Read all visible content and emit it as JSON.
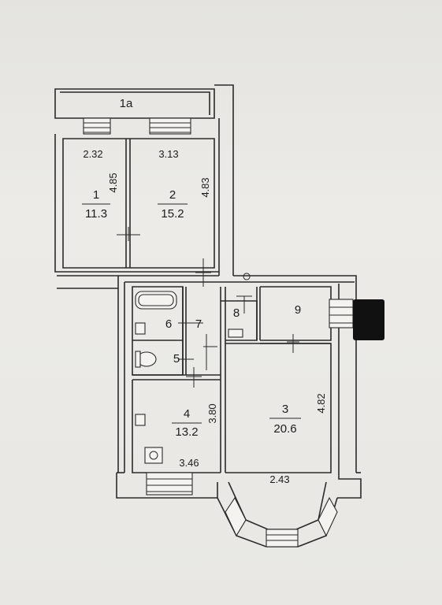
{
  "plan": {
    "corridor": {
      "label": "1a"
    },
    "rooms": [
      {
        "id": "room-1",
        "number": "1",
        "area": "11.3"
      },
      {
        "id": "room-2",
        "number": "2",
        "area": "15.2"
      },
      {
        "id": "room-3",
        "number": "3",
        "area": "20.6"
      },
      {
        "id": "room-4",
        "number": "4",
        "area": "13.2"
      },
      {
        "id": "room-5",
        "number": "5"
      },
      {
        "id": "room-6",
        "number": "6"
      },
      {
        "id": "room-7",
        "number": "7"
      },
      {
        "id": "room-8",
        "number": "8"
      },
      {
        "id": "room-9",
        "number": "9"
      }
    ],
    "dimensions": {
      "room1_width": "2.32",
      "room1_length": "4.85",
      "room2_width": "3.13",
      "room2_length": "4.83",
      "room3_length": "4.82",
      "room3_width": "2.43",
      "room4_length": "3.80",
      "room4_width": "3.46"
    }
  },
  "colors": {
    "background": "#e9e8e4",
    "walls": "#2a2a2a",
    "redaction": "#111111"
  }
}
